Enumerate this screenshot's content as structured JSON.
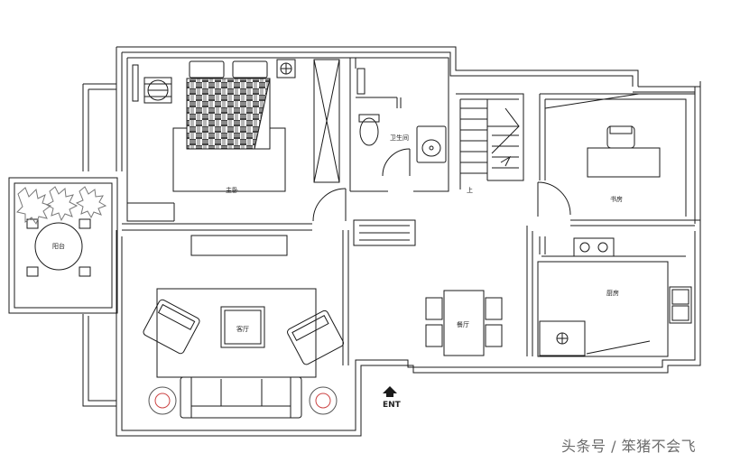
{
  "rooms": {
    "master_bedroom": "主卧",
    "bathroom": "卫生间",
    "study": "书房",
    "balcony": "阳台",
    "living_room": "客厅",
    "dining_room": "餐厅",
    "kitchen": "厨房"
  },
  "stairs_label": "上",
  "entrance_label": "ENT",
  "watermark": "头条号 / 笨猪不会飞",
  "colors": {
    "line": "#1a1a1a",
    "plant": "#777777",
    "wall_fill": "#ffffff"
  }
}
